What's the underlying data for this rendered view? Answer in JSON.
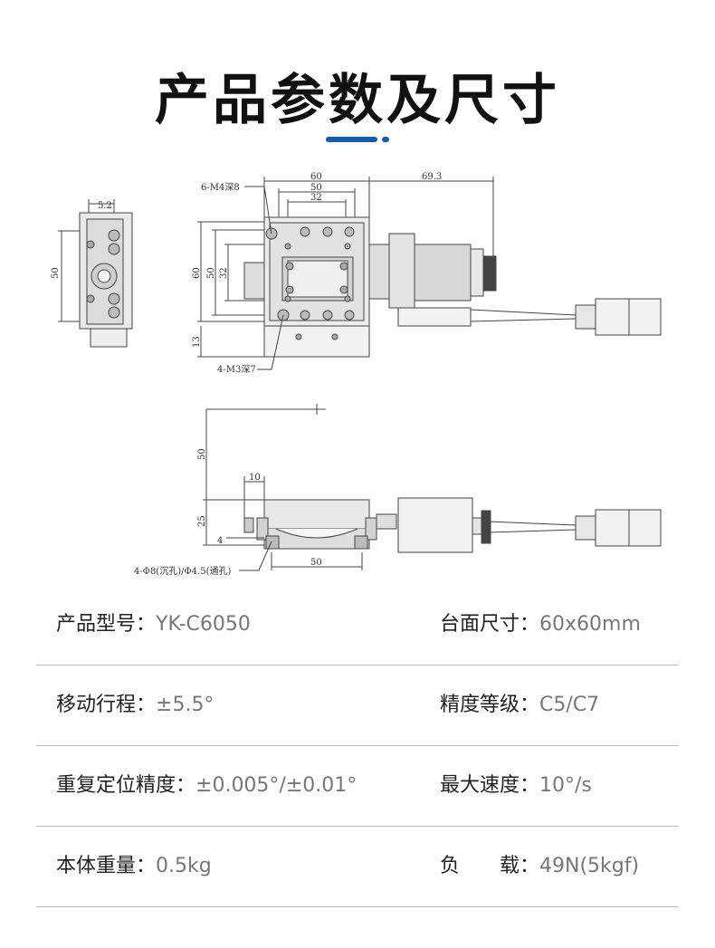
{
  "title": "产品参数及尺寸",
  "accent_color": "#1a5aa8",
  "drawing": {
    "top_view": {
      "dim_5_2": "5.2",
      "dim_50_left": "50",
      "dim_60_top": "60",
      "dim_50_top": "50",
      "dim_32_top": "32",
      "dim_69_3": "69.3",
      "dim_60_side": "60",
      "dim_50_side": "50",
      "dim_32_side": "32",
      "dim_13": "13",
      "note_m4": "6-M4深8",
      "note_m3": "4-M3深7"
    },
    "front_view": {
      "dim_50_height": "50",
      "dim_10": "10",
      "dim_25": "25",
      "dim_4": "4",
      "dim_50_bottom": "50",
      "note_holes": "4-Φ8(沉孔)/Φ4.5(通孔)"
    }
  },
  "specs": [
    {
      "left_label": "产品型号：",
      "left_value": "YK-C6050",
      "right_label": "台面尺寸：",
      "right_value": "60x60mm"
    },
    {
      "left_label": "移动行程：",
      "left_value": "±5.5°",
      "right_label": "精度等级：",
      "right_value": "C5/C7"
    },
    {
      "left_label": "重复定位精度：",
      "left_value": "±0.005°/±0.01°",
      "right_label": "最大速度：",
      "right_value": "10°/s"
    },
    {
      "left_label": "本体重量：",
      "left_value": "0.5kg",
      "right_label": "负　　载：",
      "right_value": "49N(5kgf)"
    }
  ]
}
